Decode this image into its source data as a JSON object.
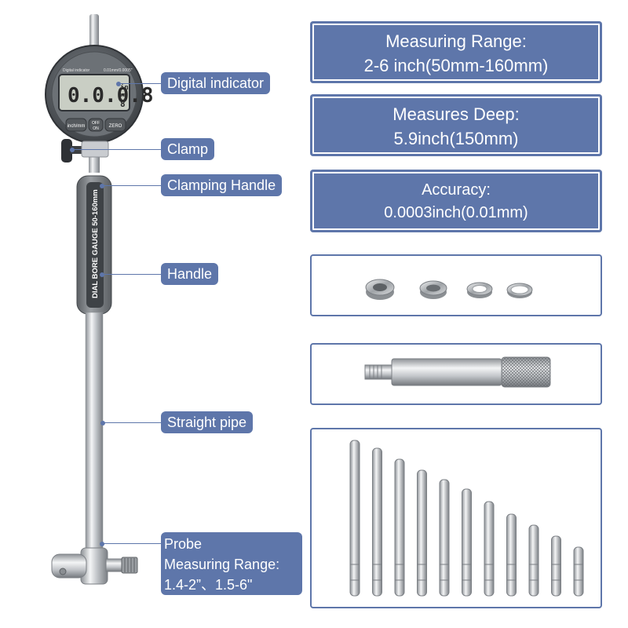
{
  "callouts": {
    "digital_indicator": "Digital indicator",
    "clamp": "Clamp",
    "clamping_handle": "Clamping Handle",
    "handle": "Handle",
    "straight_pipe": "Straight pipe",
    "probe_line1": "Probe",
    "probe_line2": "Measuring Range:",
    "probe_line3": "1.4-2”、1.5-6\""
  },
  "specs": [
    {
      "title": "Measuring Range:",
      "value": "2-6 inch(50mm-160mm)"
    },
    {
      "title": "Measures Deep:",
      "value": "5.9inch(150mm)"
    },
    {
      "title": "Accuracy:",
      "value": "0.0003inch(0.01mm)"
    }
  ],
  "gauge": {
    "handle_text": "DIAL BORE GAUGE 50-160mm",
    "lcd_digits": "0.0.0.8",
    "lcd_unit_in": "in",
    "lcd_unit_mm": "mm",
    "lcd_small_digit": "8",
    "btn_inch_mm": "inch/mm",
    "btn_off": "OFF",
    "btn_on": "ON",
    "btn_zero": "ZERO",
    "face_left_text": "Digital indicator",
    "face_right_text": "0.01mm/0.0005\""
  },
  "colors": {
    "accent": "#5e76aa",
    "handle_gray": "#7e8286",
    "lcd_bg": "#c9cec4"
  }
}
